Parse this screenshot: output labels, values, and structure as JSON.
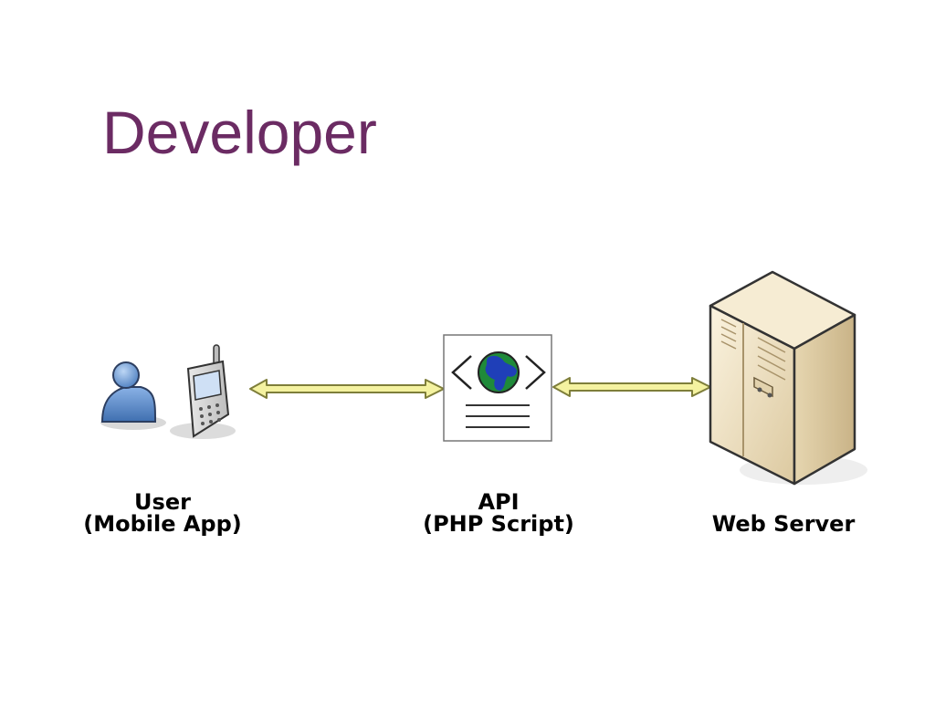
{
  "slide": {
    "title": "Developer"
  },
  "colors": {
    "title": "#6b2b63",
    "arrow_fill": "#f4f2a0",
    "arrow_stroke": "#7e7e3a",
    "user_blue": "#5b8fd0",
    "globe_water": "#1f8a3a",
    "globe_land": "#1f3fb8",
    "server_beige": "#efe3c6"
  },
  "diagram": {
    "nodes": [
      {
        "id": "user",
        "label_line1": "User",
        "label_line2": "(Mobile App)",
        "icons": [
          "user-icon",
          "mobile-phone-icon"
        ]
      },
      {
        "id": "api",
        "label_line1": "API",
        "label_line2": "(PHP Script)",
        "icons": [
          "web-page-globe-icon"
        ]
      },
      {
        "id": "server",
        "label_line1": "Web Server",
        "icons": [
          "server-tower-icon"
        ]
      }
    ],
    "connections": [
      {
        "from": "user",
        "to": "api",
        "direction": "both"
      },
      {
        "from": "api",
        "to": "server",
        "direction": "both"
      }
    ]
  }
}
